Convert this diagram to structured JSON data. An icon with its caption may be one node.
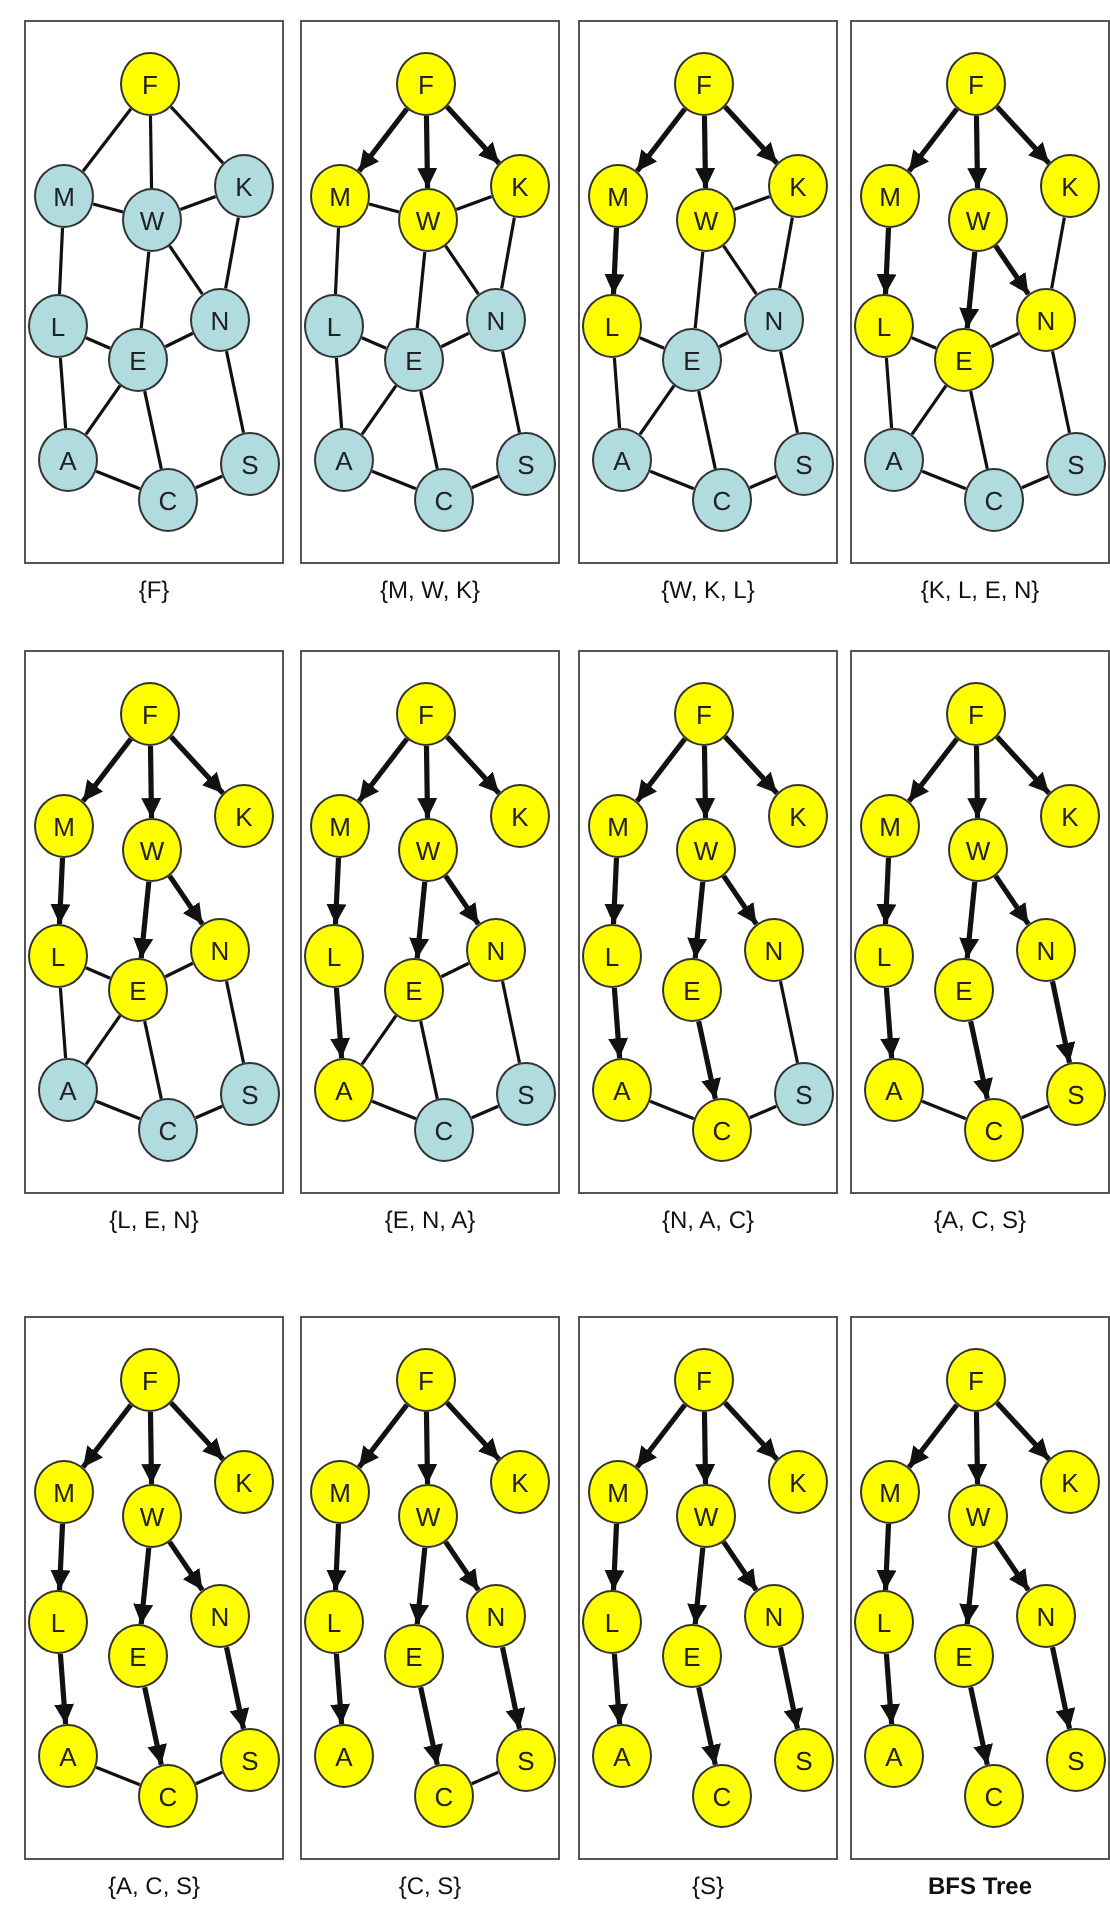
{
  "diagram": {
    "nodes": [
      {
        "text": [
          "{F}"
        ]
      },
      {
        "text": [
          "F"
        ],
        "in": 0
      },
      {
        "text": [
          "M"
        ],
        "in": 0
      },
      {
        "text": [
          "W"
        ],
        "in": 0
      },
      {
        "text": [
          "K"
        ],
        "in": 0
      },
      {
        "text": [
          "L"
        ],
        "in": 0
      },
      {
        "text": [
          "E"
        ],
        "in": 0
      },
      {
        "text": [
          "N"
        ],
        "in": 0
      },
      {
        "text": [
          "A"
        ],
        "in": 0
      },
      {
        "text": [
          "C"
        ],
        "in": 0
      },
      {
        "text": [
          "S"
        ],
        "in": 0
      },
      {
        "text": [
          "{M, W, K}"
        ]
      },
      {
        "text": [
          "F"
        ],
        "in": 11
      },
      {
        "text": [
          "M"
        ],
        "in": 11
      },
      {
        "text": [
          "W"
        ],
        "in": 11
      },
      {
        "text": [
          "K"
        ],
        "in": 11
      },
      {
        "text": [
          "L"
        ],
        "in": 11
      },
      {
        "text": [
          "E"
        ],
        "in": 11
      },
      {
        "text": [
          "N"
        ],
        "in": 11
      },
      {
        "text": [
          "A"
        ],
        "in": 11
      },
      {
        "text": [
          "C"
        ],
        "in": 11
      },
      {
        "text": [
          "S"
        ],
        "in": 11
      },
      {
        "text": [
          "{W, K, L}"
        ]
      },
      {
        "text": [
          "F"
        ],
        "in": 22
      },
      {
        "text": [
          "M"
        ],
        "in": 22
      },
      {
        "text": [
          "W"
        ],
        "in": 22
      },
      {
        "text": [
          "K"
        ],
        "in": 22
      },
      {
        "text": [
          "L"
        ],
        "in": 22
      },
      {
        "text": [
          "E"
        ],
        "in": 22
      },
      {
        "text": [
          "N"
        ],
        "in": 22
      },
      {
        "text": [
          "A"
        ],
        "in": 22
      },
      {
        "text": [
          "C"
        ],
        "in": 22
      },
      {
        "text": [
          "S"
        ],
        "in": 22
      },
      {
        "text": [
          "{K, L, E, N}"
        ]
      },
      {
        "text": [
          "F"
        ],
        "in": 33
      },
      {
        "text": [
          "M"
        ],
        "in": 33
      },
      {
        "text": [
          "W"
        ],
        "in": 33
      },
      {
        "text": [
          "K"
        ],
        "in": 33
      },
      {
        "text": [
          "L"
        ],
        "in": 33
      },
      {
        "text": [
          "E"
        ],
        "in": 33
      },
      {
        "text": [
          "N"
        ],
        "in": 33
      },
      {
        "text": [
          "A"
        ],
        "in": 33
      },
      {
        "text": [
          "C"
        ],
        "in": 33
      },
      {
        "text": [
          "S"
        ],
        "in": 33
      },
      {
        "text": [
          "{L, E, N}"
        ]
      },
      {
        "text": [
          "F"
        ],
        "in": 44
      },
      {
        "text": [
          "M"
        ],
        "in": 44
      },
      {
        "text": [
          "W"
        ],
        "in": 44
      },
      {
        "text": [
          "K"
        ],
        "in": 44
      },
      {
        "text": [
          "L"
        ],
        "in": 44
      },
      {
        "text": [
          "E"
        ],
        "in": 44
      },
      {
        "text": [
          "N"
        ],
        "in": 44
      },
      {
        "text": [
          "A"
        ],
        "in": 44
      },
      {
        "text": [
          "C"
        ],
        "in": 44
      },
      {
        "text": [
          "S"
        ],
        "in": 44
      },
      {
        "text": [
          "{E, N, A}"
        ]
      },
      {
        "text": [
          "F"
        ],
        "in": 55
      },
      {
        "text": [
          "M"
        ],
        "in": 55
      },
      {
        "text": [
          "W"
        ],
        "in": 55
      },
      {
        "text": [
          "K"
        ],
        "in": 55
      },
      {
        "text": [
          "L"
        ],
        "in": 55
      },
      {
        "text": [
          "E"
        ],
        "in": 55
      },
      {
        "text": [
          "N"
        ],
        "in": 55
      },
      {
        "text": [
          "A"
        ],
        "in": 55
      },
      {
        "text": [
          "C"
        ],
        "in": 55
      },
      {
        "text": [
          "S"
        ],
        "in": 55
      },
      {
        "text": [
          "{N, A, C}"
        ]
      },
      {
        "text": [
          "F"
        ],
        "in": 66
      },
      {
        "text": [
          "M"
        ],
        "in": 66
      },
      {
        "text": [
          "W"
        ],
        "in": 66
      },
      {
        "text": [
          "K"
        ],
        "in": 66
      },
      {
        "text": [
          "L"
        ],
        "in": 66
      },
      {
        "text": [
          "E"
        ],
        "in": 66
      },
      {
        "text": [
          "N"
        ],
        "in": 66
      },
      {
        "text": [
          "A"
        ],
        "in": 66
      },
      {
        "text": [
          "C"
        ],
        "in": 66
      },
      {
        "text": [
          "S"
        ],
        "in": 66
      },
      {
        "text": [
          "{A, C, S}"
        ]
      },
      {
        "text": [
          "F"
        ],
        "in": 77
      },
      {
        "text": [
          "M"
        ],
        "in": 77
      },
      {
        "text": [
          "W"
        ],
        "in": 77
      },
      {
        "text": [
          "K"
        ],
        "in": 77
      },
      {
        "text": [
          "L"
        ],
        "in": 77
      },
      {
        "text": [
          "E"
        ],
        "in": 77
      },
      {
        "text": [
          "N"
        ],
        "in": 77
      },
      {
        "text": [
          "A"
        ],
        "in": 77
      },
      {
        "text": [
          "C"
        ],
        "in": 77
      },
      {
        "text": [
          "S"
        ],
        "in": 77
      },
      {
        "text": [
          "{A, C, S}"
        ]
      },
      {
        "text": [
          "F"
        ],
        "in": 88
      },
      {
        "text": [
          "M"
        ],
        "in": 88
      },
      {
        "text": [
          "W"
        ],
        "in": 88
      },
      {
        "text": [
          "K"
        ],
        "in": 88
      },
      {
        "text": [
          "L"
        ],
        "in": 88
      },
      {
        "text": [
          "E"
        ],
        "in": 88
      },
      {
        "text": [
          "N"
        ],
        "in": 88
      },
      {
        "text": [
          "A"
        ],
        "in": 88
      },
      {
        "text": [
          "C"
        ],
        "in": 88
      },
      {
        "text": [
          "S"
        ],
        "in": 88
      },
      {
        "text": [
          "{C, S}"
        ]
      },
      {
        "text": [
          "F"
        ],
        "in": 99
      },
      {
        "text": [
          "M"
        ],
        "in": 99
      },
      {
        "text": [
          "W"
        ],
        "in": 99
      },
      {
        "text": [
          "K"
        ],
        "in": 99
      },
      {
        "text": [
          "L"
        ],
        "in": 99
      },
      {
        "text": [
          "E"
        ],
        "in": 99
      },
      {
        "text": [
          "N"
        ],
        "in": 99
      },
      {
        "text": [
          "A"
        ],
        "in": 99
      },
      {
        "text": [
          "C"
        ],
        "in": 99
      },
      {
        "text": [
          "S"
        ],
        "in": 99
      },
      {
        "text": [
          "{S}"
        ]
      },
      {
        "text": [
          "F"
        ],
        "in": 110
      },
      {
        "text": [
          "M"
        ],
        "in": 110
      },
      {
        "text": [
          "W"
        ],
        "in": 110
      },
      {
        "text": [
          "K"
        ],
        "in": 110
      },
      {
        "text": [
          "L"
        ],
        "in": 110
      },
      {
        "text": [
          "E"
        ],
        "in": 110
      },
      {
        "text": [
          "N"
        ],
        "in": 110
      },
      {
        "text": [
          "A"
        ],
        "in": 110
      },
      {
        "text": [
          "C"
        ],
        "in": 110
      },
      {
        "text": [
          "S"
        ],
        "in": 110
      },
      {
        "text": [
          "BFS Tree"
        ]
      },
      {
        "text": [
          "F"
        ],
        "in": 121
      },
      {
        "text": [
          "M"
        ],
        "in": 121
      },
      {
        "text": [
          "W"
        ],
        "in": 121
      },
      {
        "text": [
          "K"
        ],
        "in": 121
      },
      {
        "text": [
          "L"
        ],
        "in": 121
      },
      {
        "text": [
          "E"
        ],
        "in": 121
      },
      {
        "text": [
          "N"
        ],
        "in": 121
      },
      {
        "text": [
          "A"
        ],
        "in": 121
      },
      {
        "text": [
          "C"
        ],
        "in": 121
      },
      {
        "text": [
          "S"
        ],
        "in": 121
      }
    ],
    "edges": [
      {
        "from": 1,
        "to": 2,
        "arrow": "none"
      },
      {
        "from": 1,
        "to": 3,
        "arrow": "none"
      },
      {
        "from": 1,
        "to": 4,
        "arrow": "none"
      },
      {
        "from": 2,
        "to": 3,
        "arrow": "none"
      },
      {
        "from": 3,
        "to": 4,
        "arrow": "none"
      },
      {
        "from": 2,
        "to": 5,
        "arrow": "none"
      },
      {
        "from": 3,
        "to": 7,
        "arrow": "none"
      },
      {
        "from": 4,
        "to": 7,
        "arrow": "none"
      },
      {
        "from": 3,
        "to": 6,
        "arrow": "none"
      },
      {
        "from": 5,
        "to": 6,
        "arrow": "none"
      },
      {
        "from": 6,
        "to": 7,
        "arrow": "none"
      },
      {
        "from": 5,
        "to": 8,
        "arrow": "none"
      },
      {
        "from": 8,
        "to": 6,
        "arrow": "none"
      },
      {
        "from": 6,
        "to": 9,
        "arrow": "none"
      },
      {
        "from": 8,
        "to": 9,
        "arrow": "none"
      },
      {
        "from": 7,
        "to": 10,
        "arrow": "none"
      },
      {
        "from": 9,
        "to": 10,
        "arrow": "none"
      },
      {
        "from": 12,
        "to": 13,
        "arrow": "to"
      },
      {
        "from": 12,
        "to": 14,
        "arrow": "to"
      },
      {
        "from": 12,
        "to": 15,
        "arrow": "to"
      },
      {
        "from": 13,
        "to": 14,
        "arrow": "none"
      },
      {
        "from": 14,
        "to": 15,
        "arrow": "none"
      },
      {
        "from": 13,
        "to": 16,
        "arrow": "none"
      },
      {
        "from": 14,
        "to": 18,
        "arrow": "none"
      },
      {
        "from": 15,
        "to": 18,
        "arrow": "none"
      },
      {
        "from": 14,
        "to": 17,
        "arrow": "none"
      },
      {
        "from": 16,
        "to": 17,
        "arrow": "none"
      },
      {
        "from": 17,
        "to": 18,
        "arrow": "none"
      },
      {
        "from": 16,
        "to": 19,
        "arrow": "none"
      },
      {
        "from": 19,
        "to": 17,
        "arrow": "none"
      },
      {
        "from": 17,
        "to": 20,
        "arrow": "none"
      },
      {
        "from": 19,
        "to": 20,
        "arrow": "none"
      },
      {
        "from": 18,
        "to": 21,
        "arrow": "none"
      },
      {
        "from": 20,
        "to": 21,
        "arrow": "none"
      },
      {
        "from": 23,
        "to": 24,
        "arrow": "to"
      },
      {
        "from": 23,
        "to": 25,
        "arrow": "to"
      },
      {
        "from": 23,
        "to": 26,
        "arrow": "to"
      },
      {
        "from": 24,
        "to": 27,
        "arrow": "to"
      },
      {
        "from": 25,
        "to": 26,
        "arrow": "none"
      },
      {
        "from": 25,
        "to": 29,
        "arrow": "none"
      },
      {
        "from": 26,
        "to": 29,
        "arrow": "none"
      },
      {
        "from": 25,
        "to": 28,
        "arrow": "none"
      },
      {
        "from": 27,
        "to": 28,
        "arrow": "none"
      },
      {
        "from": 28,
        "to": 29,
        "arrow": "none"
      },
      {
        "from": 27,
        "to": 30,
        "arrow": "none"
      },
      {
        "from": 30,
        "to": 28,
        "arrow": "none"
      },
      {
        "from": 28,
        "to": 31,
        "arrow": "none"
      },
      {
        "from": 30,
        "to": 31,
        "arrow": "none"
      },
      {
        "from": 29,
        "to": 32,
        "arrow": "none"
      },
      {
        "from": 31,
        "to": 32,
        "arrow": "none"
      },
      {
        "from": 34,
        "to": 35,
        "arrow": "to"
      },
      {
        "from": 34,
        "to": 36,
        "arrow": "to"
      },
      {
        "from": 34,
        "to": 37,
        "arrow": "to"
      },
      {
        "from": 35,
        "to": 38,
        "arrow": "to"
      },
      {
        "from": 36,
        "to": 39,
        "arrow": "to"
      },
      {
        "from": 36,
        "to": 40,
        "arrow": "to"
      },
      {
        "from": 37,
        "to": 40,
        "arrow": "none"
      },
      {
        "from": 38,
        "to": 39,
        "arrow": "none"
      },
      {
        "from": 39,
        "to": 40,
        "arrow": "none"
      },
      {
        "from": 38,
        "to": 41,
        "arrow": "none"
      },
      {
        "from": 41,
        "to": 39,
        "arrow": "none"
      },
      {
        "from": 39,
        "to": 42,
        "arrow": "none"
      },
      {
        "from": 41,
        "to": 42,
        "arrow": "none"
      },
      {
        "from": 40,
        "to": 43,
        "arrow": "none"
      },
      {
        "from": 42,
        "to": 43,
        "arrow": "none"
      },
      {
        "from": 45,
        "to": 46,
        "arrow": "to"
      },
      {
        "from": 45,
        "to": 47,
        "arrow": "to"
      },
      {
        "from": 45,
        "to": 48,
        "arrow": "to"
      },
      {
        "from": 46,
        "to": 49,
        "arrow": "to"
      },
      {
        "from": 47,
        "to": 50,
        "arrow": "to"
      },
      {
        "from": 47,
        "to": 51,
        "arrow": "to"
      },
      {
        "from": 49,
        "to": 50,
        "arrow": "none"
      },
      {
        "from": 50,
        "to": 51,
        "arrow": "none"
      },
      {
        "from": 49,
        "to": 52,
        "arrow": "none"
      },
      {
        "from": 52,
        "to": 50,
        "arrow": "none"
      },
      {
        "from": 50,
        "to": 53,
        "arrow": "none"
      },
      {
        "from": 52,
        "to": 53,
        "arrow": "none"
      },
      {
        "from": 51,
        "to": 54,
        "arrow": "none"
      },
      {
        "from": 53,
        "to": 54,
        "arrow": "none"
      },
      {
        "from": 56,
        "to": 57,
        "arrow": "to"
      },
      {
        "from": 56,
        "to": 58,
        "arrow": "to"
      },
      {
        "from": 56,
        "to": 59,
        "arrow": "to"
      },
      {
        "from": 57,
        "to": 60,
        "arrow": "to"
      },
      {
        "from": 58,
        "to": 61,
        "arrow": "to"
      },
      {
        "from": 58,
        "to": 62,
        "arrow": "to"
      },
      {
        "from": 60,
        "to": 63,
        "arrow": "to"
      },
      {
        "from": 61,
        "to": 62,
        "arrow": "none"
      },
      {
        "from": 63,
        "to": 61,
        "arrow": "none"
      },
      {
        "from": 61,
        "to": 64,
        "arrow": "none"
      },
      {
        "from": 63,
        "to": 64,
        "arrow": "none"
      },
      {
        "from": 62,
        "to": 65,
        "arrow": "none"
      },
      {
        "from": 64,
        "to": 65,
        "arrow": "none"
      },
      {
        "from": 67,
        "to": 68,
        "arrow": "to"
      },
      {
        "from": 67,
        "to": 69,
        "arrow": "to"
      },
      {
        "from": 67,
        "to": 70,
        "arrow": "to"
      },
      {
        "from": 68,
        "to": 71,
        "arrow": "to"
      },
      {
        "from": 69,
        "to": 72,
        "arrow": "to"
      },
      {
        "from": 69,
        "to": 73,
        "arrow": "to"
      },
      {
        "from": 71,
        "to": 74,
        "arrow": "to"
      },
      {
        "from": 72,
        "to": 75,
        "arrow": "to"
      },
      {
        "from": 74,
        "to": 75,
        "arrow": "none"
      },
      {
        "from": 73,
        "to": 76,
        "arrow": "none"
      },
      {
        "from": 75,
        "to": 76,
        "arrow": "none"
      },
      {
        "from": 78,
        "to": 79,
        "arrow": "to"
      },
      {
        "from": 78,
        "to": 80,
        "arrow": "to"
      },
      {
        "from": 78,
        "to": 81,
        "arrow": "to"
      },
      {
        "from": 79,
        "to": 82,
        "arrow": "to"
      },
      {
        "from": 80,
        "to": 83,
        "arrow": "to"
      },
      {
        "from": 80,
        "to": 84,
        "arrow": "to"
      },
      {
        "from": 82,
        "to": 85,
        "arrow": "to"
      },
      {
        "from": 83,
        "to": 86,
        "arrow": "to"
      },
      {
        "from": 84,
        "to": 87,
        "arrow": "to"
      },
      {
        "from": 85,
        "to": 86,
        "arrow": "none"
      },
      {
        "from": 86,
        "to": 87,
        "arrow": "none"
      },
      {
        "from": 89,
        "to": 90,
        "arrow": "to"
      },
      {
        "from": 89,
        "to": 91,
        "arrow": "to"
      },
      {
        "from": 89,
        "to": 92,
        "arrow": "to"
      },
      {
        "from": 90,
        "to": 93,
        "arrow": "to"
      },
      {
        "from": 91,
        "to": 94,
        "arrow": "to"
      },
      {
        "from": 91,
        "to": 95,
        "arrow": "to"
      },
      {
        "from": 93,
        "to": 96,
        "arrow": "to"
      },
      {
        "from": 94,
        "to": 97,
        "arrow": "to"
      },
      {
        "from": 95,
        "to": 98,
        "arrow": "to"
      },
      {
        "from": 96,
        "to": 97,
        "arrow": "none"
      },
      {
        "from": 97,
        "to": 98,
        "arrow": "none"
      },
      {
        "from": 100,
        "to": 101,
        "arrow": "to"
      },
      {
        "from": 100,
        "to": 102,
        "arrow": "to"
      },
      {
        "from": 100,
        "to": 103,
        "arrow": "to"
      },
      {
        "from": 101,
        "to": 104,
        "arrow": "to"
      },
      {
        "from": 102,
        "to": 105,
        "arrow": "to"
      },
      {
        "from": 102,
        "to": 106,
        "arrow": "to"
      },
      {
        "from": 104,
        "to": 107,
        "arrow": "to"
      },
      {
        "from": 105,
        "to": 108,
        "arrow": "to"
      },
      {
        "from": 106,
        "to": 109,
        "arrow": "to"
      },
      {
        "from": 108,
        "to": 109,
        "arrow": "none"
      },
      {
        "from": 111,
        "to": 112,
        "arrow": "to"
      },
      {
        "from": 111,
        "to": 113,
        "arrow": "to"
      },
      {
        "from": 111,
        "to": 114,
        "arrow": "to"
      },
      {
        "from": 112,
        "to": 115,
        "arrow": "to"
      },
      {
        "from": 113,
        "to": 116,
        "arrow": "to"
      },
      {
        "from": 113,
        "to": 117,
        "arrow": "to"
      },
      {
        "from": 115,
        "to": 118,
        "arrow": "to"
      },
      {
        "from": 116,
        "to": 119,
        "arrow": "to"
      },
      {
        "from": 117,
        "to": 120,
        "arrow": "to"
      },
      {
        "from": 122,
        "to": 123,
        "arrow": "to"
      },
      {
        "from": 122,
        "to": 124,
        "arrow": "to"
      },
      {
        "from": 122,
        "to": 125,
        "arrow": "to"
      },
      {
        "from": 123,
        "to": 126,
        "arrow": "to"
      },
      {
        "from": 124,
        "to": 127,
        "arrow": "to"
      },
      {
        "from": 124,
        "to": 128,
        "arrow": "to"
      },
      {
        "from": 126,
        "to": 129,
        "arrow": "to"
      },
      {
        "from": 127,
        "to": 130,
        "arrow": "to"
      },
      {
        "from": 128,
        "to": 131,
        "arrow": "to"
      }
    ]
  }
}
